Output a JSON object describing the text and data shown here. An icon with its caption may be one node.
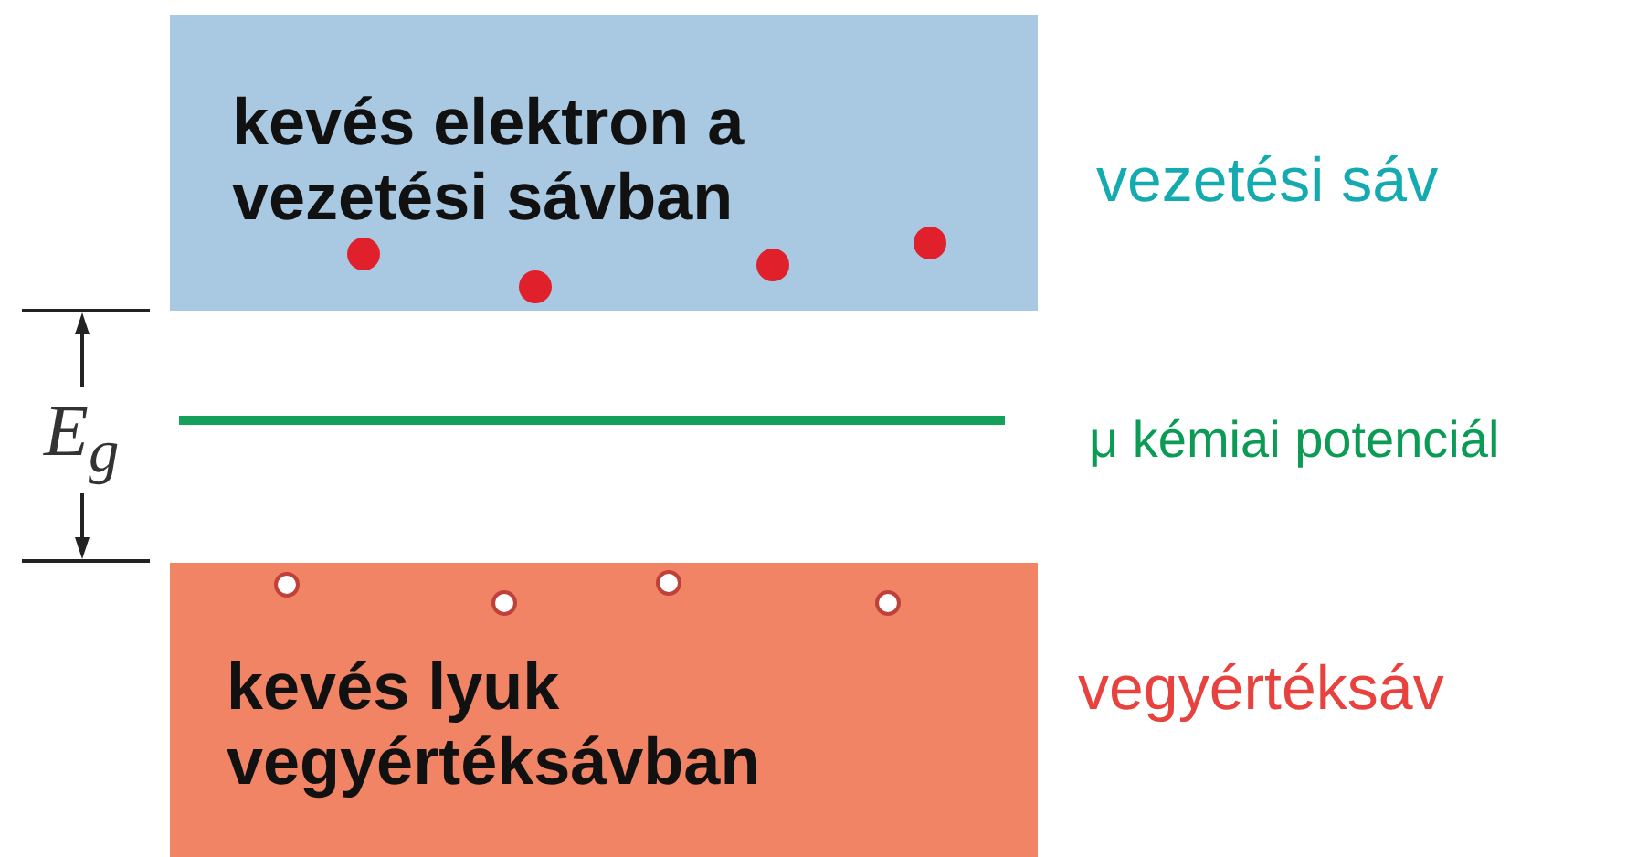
{
  "diagram": {
    "nodes": [
      {
        "text": [
          "kevés elektron a vezetési sávban"
        ]
      },
      {
        "text": [
          "kevés lyuk vegyértéksávban"
        ]
      }
    ],
    "labels": [
      "vezetési sáv",
      "E$_{g}$",
      "μ kémiai potenciál",
      "vegyértéksáv"
    ]
  }
}
